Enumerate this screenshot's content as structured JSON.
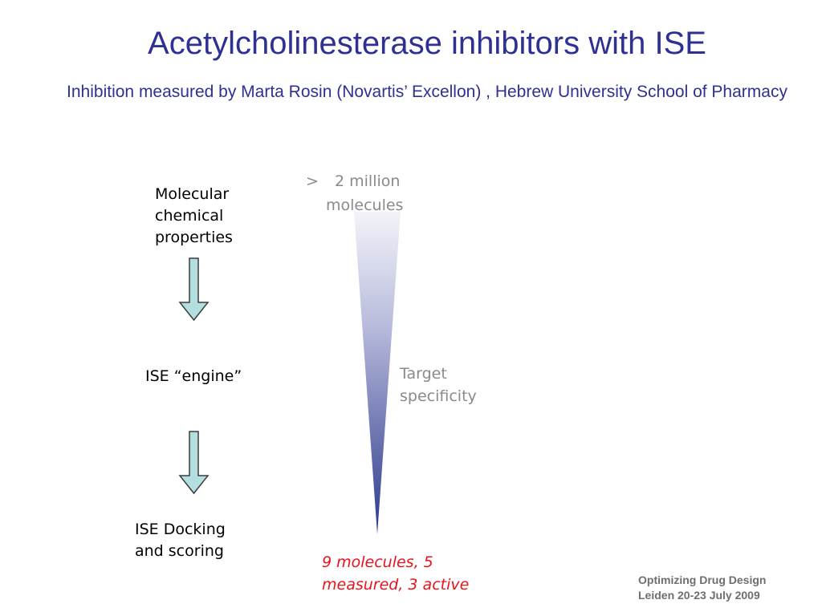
{
  "slide": {
    "title": "Acetylcholinesterase inhibitors with ISE",
    "subtitle": "Inhibition measured by Marta Rosin (Novartis’ Excellon) , Hebrew University School of Pharmacy"
  },
  "workflow": {
    "step1": [
      "Molecular",
      "chemical",
      "properties"
    ],
    "step2": "ISE “engine”",
    "step3": [
      "ISE Docking",
      "and scoring"
    ],
    "arrow_color": "#b3dfe0",
    "arrow_icon": "down-arrow-icon"
  },
  "funnel": {
    "top_label_prefix": ">",
    "top_label_lines": [
      "2 million",
      "molecules"
    ],
    "side_label_lines": [
      "Target",
      "specificity"
    ],
    "bottom_label_lines": [
      "9 molecules, 5",
      "measured, 3 active"
    ],
    "gradient_top_color": "#ecedf7",
    "gradient_bottom_color": "#2e3a8c"
  },
  "footer": {
    "line1": "Optimizing Drug Design",
    "line2": "Leiden 20-23 July 2009"
  },
  "colors": {
    "title": "#2e3192",
    "bottom_label": "#e8141c",
    "gray_label": "#8a8a8a"
  }
}
